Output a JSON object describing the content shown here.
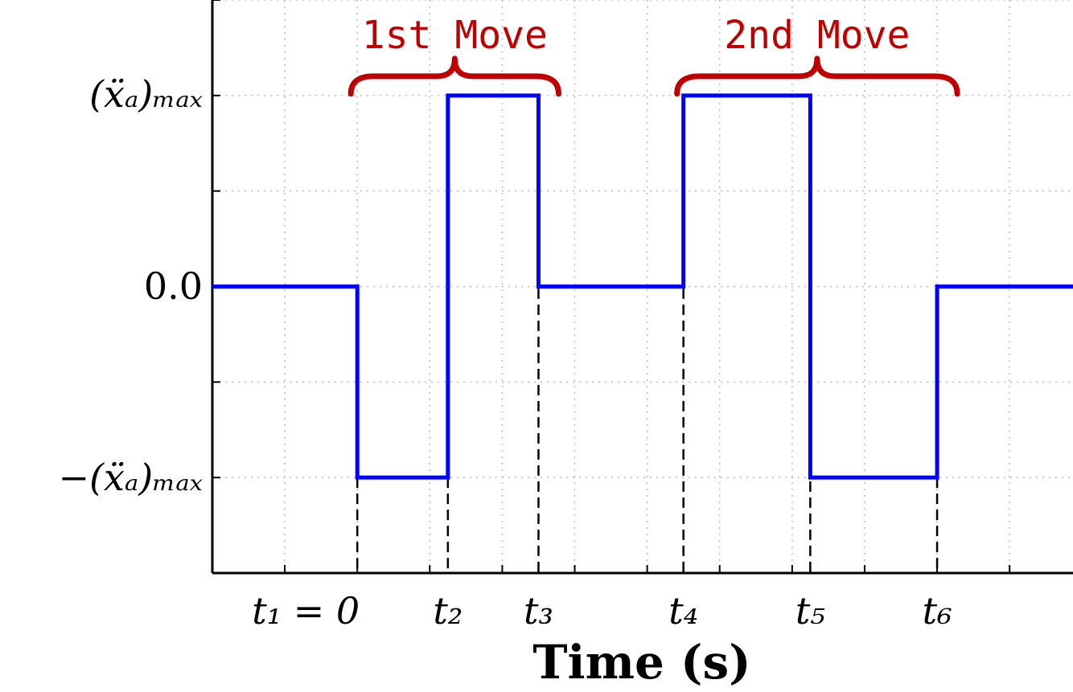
{
  "chart_data": {
    "type": "line",
    "xlabel": "Time (s)",
    "y_tick_labels": {
      "pos_max": "(ẍₐ)ₘₐₓ",
      "zero": "0.0",
      "neg_max": "−(ẍₐ)ₘₐₓ"
    },
    "x_tick_labels": [
      "t₁ = 0",
      "t₂",
      "t₃",
      "t₄",
      "t₅",
      "t₆"
    ],
    "times": [
      0,
      1,
      2,
      3.6,
      5,
      6.4
    ],
    "xlim": [
      -1.6,
      7.9
    ],
    "ylim": [
      -1.5,
      1.5
    ],
    "grid": true,
    "x_grid": [
      -0.8,
      0,
      0.8,
      1.6,
      2.4,
      3.2,
      4.0,
      4.8,
      5.6,
      6.4,
      7.2
    ],
    "y_grid": [
      -1.5,
      -1,
      -0.5,
      0,
      0.5,
      1,
      1.5
    ],
    "series": [
      {
        "color": "#0000ff",
        "x": [
          -1.6,
          0,
          0,
          1,
          1,
          2,
          2,
          3.6,
          3.6,
          5,
          5,
          6.4,
          6.4,
          7.9
        ],
        "values": [
          0,
          0,
          -1,
          -1,
          1,
          1,
          0,
          0,
          1,
          1,
          -1,
          -1,
          0,
          0
        ]
      }
    ],
    "annotations": [
      {
        "text": "1st Move",
        "x_start": 0,
        "x_end": 2,
        "color": "#c00000"
      },
      {
        "text": "2nd Move",
        "x_start": 3.6,
        "x_end": 6.4,
        "color": "#c00000"
      }
    ]
  }
}
